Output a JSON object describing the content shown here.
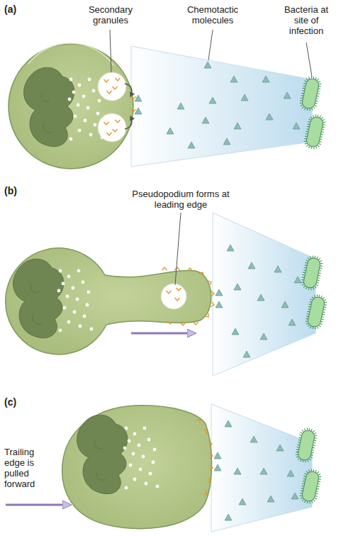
{
  "diagram": {
    "labels": [
      "(a)",
      "Secondary granules",
      "Chemotactic molecules",
      "Bacteria at site of infection",
      "(b)",
      "Pseudopodium forms at leading edge",
      "(c)",
      "Trailing edge is pulled forward"
    ]
  }
}
